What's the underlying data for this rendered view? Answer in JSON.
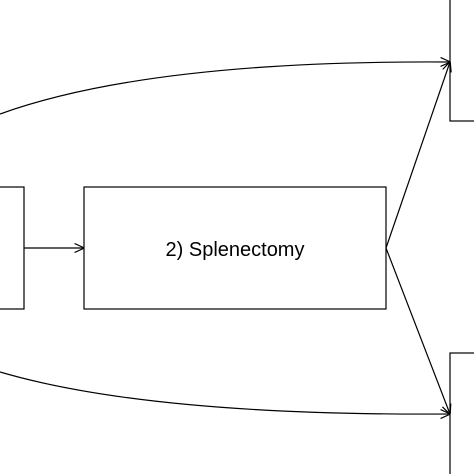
{
  "diagram": {
    "center_box": {
      "label": "2) Splenectomy"
    },
    "colors": {
      "stroke": "#000000",
      "background": "#ffffff"
    },
    "edges": [
      {
        "from": "left-box",
        "to": "center-box"
      },
      {
        "from": "center-box",
        "to": "right-top-box"
      },
      {
        "from": "center-box",
        "to": "right-bottom-box"
      },
      {
        "from": "left-offscreen",
        "to": "right-top-box"
      },
      {
        "from": "left-offscreen",
        "to": "right-bottom-box"
      }
    ]
  }
}
